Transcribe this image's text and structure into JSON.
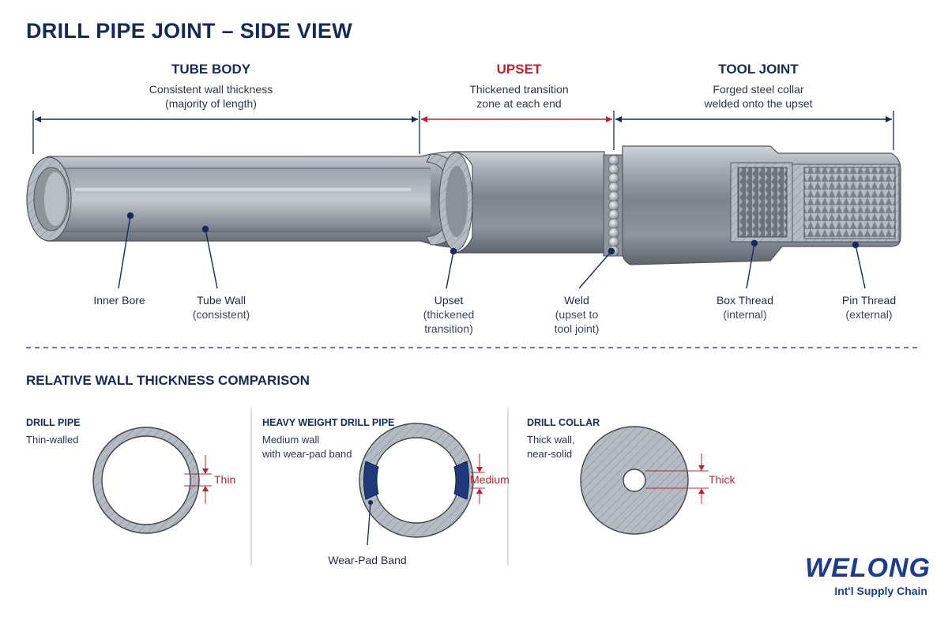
{
  "title": "DRILL PIPE JOINT – SIDE VIEW",
  "sections": [
    {
      "heading": "TUBE BODY",
      "sub1": "Consistent wall thickness",
      "sub2": "(majority of length)"
    },
    {
      "heading": "UPSET",
      "sub1": "Thickened transition",
      "sub2": "zone at each end"
    },
    {
      "heading": "TOOL JOINT",
      "sub1": "Forged steel collar",
      "sub2": "welded onto the upset"
    }
  ],
  "callouts": [
    {
      "label": "Inner Bore",
      "sub1": "",
      "sub2": ""
    },
    {
      "label": "Tube Wall",
      "sub1": "(consistent)",
      "sub2": ""
    },
    {
      "label": "Upset",
      "sub1": "(thickened",
      "sub2": "transition)"
    },
    {
      "label": "Weld",
      "sub1": "(upset to",
      "sub2": "tool joint)"
    },
    {
      "label": "Box Thread",
      "sub1": "(internal)",
      "sub2": ""
    },
    {
      "label": "Pin Thread",
      "sub1": "(external)",
      "sub2": ""
    }
  ],
  "comparison": {
    "title": "RELATIVE WALL THICKNESS COMPARISON",
    "panels": [
      {
        "heading": "DRILL PIPE",
        "sub1": "Thin-walled",
        "sub2": "",
        "dim_label": "Thin"
      },
      {
        "heading": "HEAVY WEIGHT DRILL PIPE",
        "sub1": "Medium wall",
        "sub2": "with wear-pad band",
        "dim_label": "Medium"
      },
      {
        "heading": "DRILL COLLAR",
        "sub1": "Thick wall,",
        "sub2": "near-solid",
        "dim_label": "Thick"
      }
    ],
    "wear_pad_label": "Wear-Pad Band"
  },
  "logo": {
    "name": "WELONG",
    "tagline": "Int'l Supply Chain"
  },
  "colors": {
    "navy": "#142a5c",
    "red": "#c4202a",
    "steel": "#8d949c",
    "wear_pad": "#1e3a7a"
  }
}
